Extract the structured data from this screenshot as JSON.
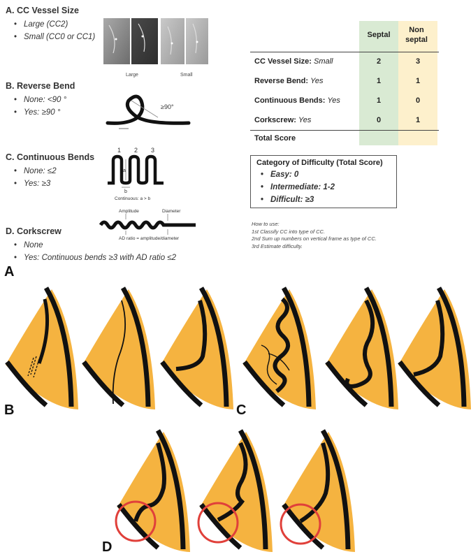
{
  "panel_a": {
    "letter": "A",
    "vessel_size": {
      "title": "A. CC Vessel Size",
      "items": [
        "Large (CC2)",
        "Small (CC0 or CC1)"
      ],
      "captions": [
        "Large",
        "Small"
      ]
    },
    "reverse_bend": {
      "title": "B. Reverse Bend",
      "items": [
        "None: <90 °",
        "Yes: ≥90 °"
      ],
      "angle_label": "≥90°"
    },
    "continuous_bends": {
      "title": "C. Continuous Bends",
      "items": [
        "None: ≤2",
        "Yes: ≥3"
      ],
      "numbers": [
        "1",
        "2",
        "3"
      ],
      "a_label": "a",
      "b_label": "b",
      "caption": "Continuous: a > b"
    },
    "corkscrew": {
      "title": "D. Corkscrew",
      "items": [
        "None",
        "Yes: Continuous bends ≥3 with AD ratio ≤2"
      ],
      "amplitude_label": "Amplitude",
      "diameter_label": "Diameter",
      "caption": "AD ratio = amplitude/diameter"
    },
    "score_table": {
      "headers": [
        "Septal",
        "Non septal"
      ],
      "rows": [
        {
          "label": "CC Vessel Size:",
          "qualifier": "Small",
          "septal": "2",
          "non_septal": "3"
        },
        {
          "label": "Reverse Bend:",
          "qualifier": "Yes",
          "septal": "1",
          "non_septal": "1"
        },
        {
          "label": "Continuous Bends:",
          "qualifier": "Yes",
          "septal": "1",
          "non_septal": "0"
        },
        {
          "label": "Corkscrew:",
          "qualifier": "Yes",
          "septal": "0",
          "non_septal": "1"
        }
      ],
      "total_label": "Total Score",
      "septal_color": "#d9ead3",
      "non_septal_color": "#fdf0cc"
    },
    "difficulty": {
      "title": "Category of Difficulty (Total Score)",
      "items": [
        "Easy: 0",
        "Intermediate: 1-2",
        "Difficult: ≥3"
      ]
    },
    "how_to": {
      "title": "How to use:",
      "steps": [
        "1st Classify CC into type of CC.",
        "2nd Sum up numbers on vertical frame as type of CC.",
        "3rd Estimate difficulty."
      ]
    }
  },
  "panel_b": {
    "letter": "B"
  },
  "panel_c": {
    "letter": "C"
  },
  "panel_d": {
    "letter": "D"
  },
  "colors": {
    "heart": "#f5b340",
    "vessel": "#1a1a1a",
    "circle": "#e0403a"
  }
}
